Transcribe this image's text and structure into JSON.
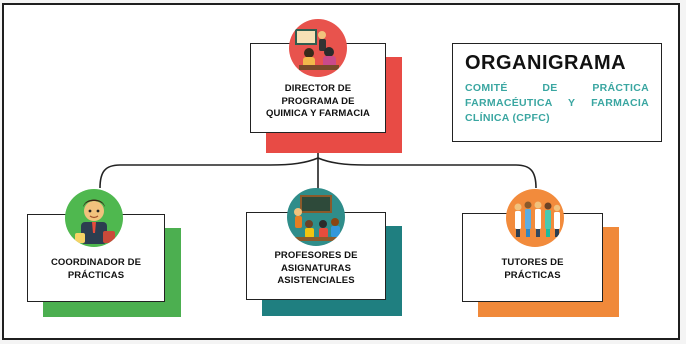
{
  "organigram": {
    "title": "ORGANIGRAMA",
    "subtitle": "COMITÉ DE PRÁCTICA FARMACÉUTICA Y FARMACIA CLÍNICA (CPFC)",
    "nodes": {
      "director": {
        "label": "DIRECTOR DE\nPROGRAMA DE\nQUIMICA Y FARMACIA",
        "icon": "teacher-class-icon",
        "accent_color": "#e84b45"
      },
      "coordinador": {
        "label": "COORDINADOR DE\nPRÁCTICAS",
        "icon": "coordinator-icon",
        "accent_color": "#4caf50"
      },
      "profesores": {
        "label": "PROFESORES DE\nASIGNATURAS\nASISTENCIALES",
        "icon": "classroom-icon",
        "accent_color": "#1f7f80"
      },
      "tutores": {
        "label": "TUTORES DE\nPRÁCTICAS",
        "icon": "healthcare-team-icon",
        "accent_color": "#f0893a"
      }
    },
    "colors": {
      "title_text": "#111111",
      "subtitle_text": "#3aa6a1",
      "connector": "#222222"
    }
  }
}
